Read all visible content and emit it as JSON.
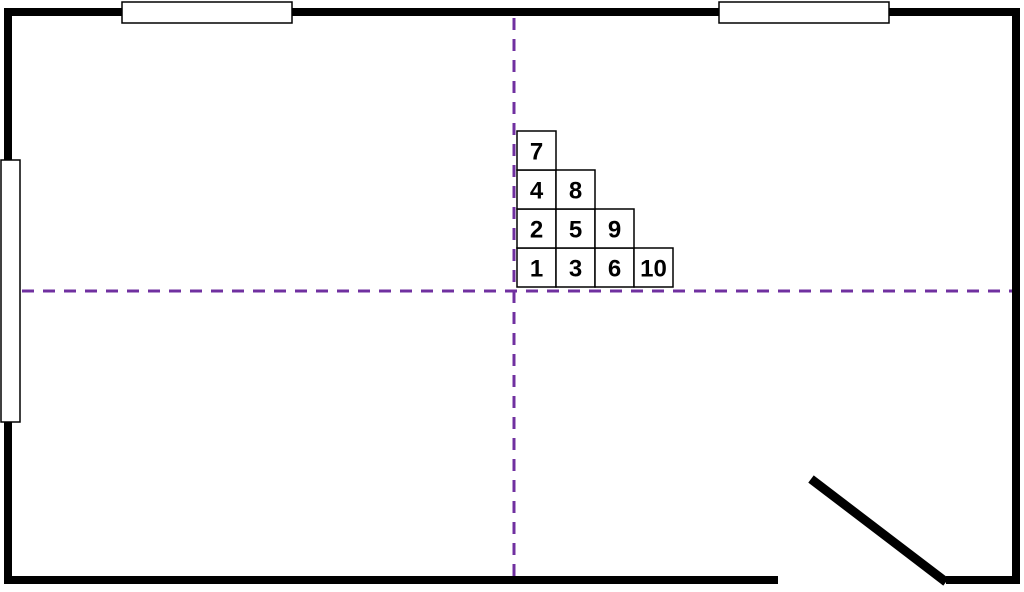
{
  "colors": {
    "wall": "#000000",
    "axis": "#7030a0",
    "tile_fill": "#ffffff",
    "tile_stroke": "#000000",
    "window_fill": "#ffffff",
    "background": "#ffffff"
  },
  "tiles": [
    {
      "label": "1",
      "col": 0,
      "row": 0
    },
    {
      "label": "3",
      "col": 1,
      "row": 0
    },
    {
      "label": "6",
      "col": 2,
      "row": 0
    },
    {
      "label": "10",
      "col": 3,
      "row": 0
    },
    {
      "label": "2",
      "col": 0,
      "row": 1
    },
    {
      "label": "5",
      "col": 1,
      "row": 1
    },
    {
      "label": "9",
      "col": 2,
      "row": 1
    },
    {
      "label": "4",
      "col": 0,
      "row": 2
    },
    {
      "label": "8",
      "col": 1,
      "row": 2
    },
    {
      "label": "7",
      "col": 0,
      "row": 3
    }
  ]
}
